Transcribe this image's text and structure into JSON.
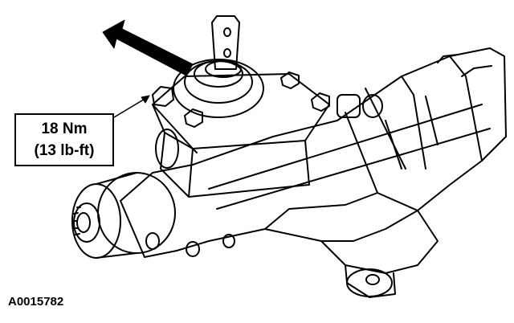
{
  "callout": {
    "line1": "18 Nm",
    "line2": "(13 lb-ft)"
  },
  "figure_id": "A0015782",
  "colors": {
    "ink": "#000000",
    "paper": "#ffffff"
  }
}
